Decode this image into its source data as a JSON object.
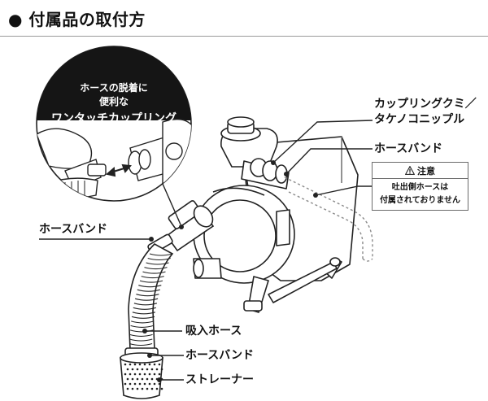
{
  "page": {
    "title": "● 付属品の取付方"
  },
  "callout": {
    "line1": "ホースの脱着に",
    "line2": "便利な",
    "line3": "ワンタッチカップリング"
  },
  "labels": {
    "coupling_line1": "カップリングクミ／",
    "coupling_line2": "タケノコニップル",
    "hose_band_right": "ホースバンド",
    "hose_band_left": "ホースバンド",
    "suction_hose": "吸入ホース",
    "hose_band_bottom": "ホースバンド",
    "strainer": "ストレーナー"
  },
  "notice": {
    "heading": "注意",
    "line1": "吐出側ホースは",
    "line2": "付属されておりません"
  },
  "colors": {
    "text": "#111111",
    "line": "#222222",
    "callout_fill": "#151515",
    "rule": "#9a9a9a"
  },
  "icons": {
    "warning": "warning-triangle-icon"
  }
}
